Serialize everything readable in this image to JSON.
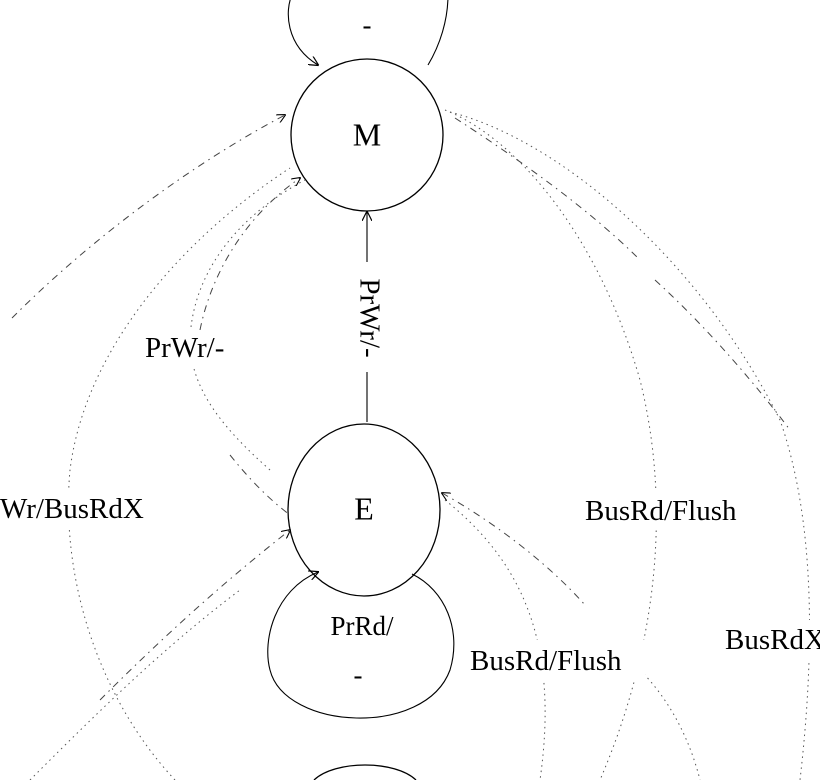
{
  "states": {
    "m": "M",
    "e": "E"
  },
  "loops": {
    "top": {
      "line2": "-"
    },
    "e": {
      "line1": "PrRd/",
      "line2": "-"
    }
  },
  "edges": {
    "e_to_m": "PrWr/-",
    "left_prwr": "PrWr/-",
    "left_prwr_busrdx": "Wr/BusRdX",
    "busrd_flush_right": "BusRd/Flush",
    "busrd_flush_bottom": "BusRd/Flush",
    "busrdx_right": "BusRdX"
  },
  "colors": {
    "stroke": "#000000",
    "background": "#ffffff"
  }
}
